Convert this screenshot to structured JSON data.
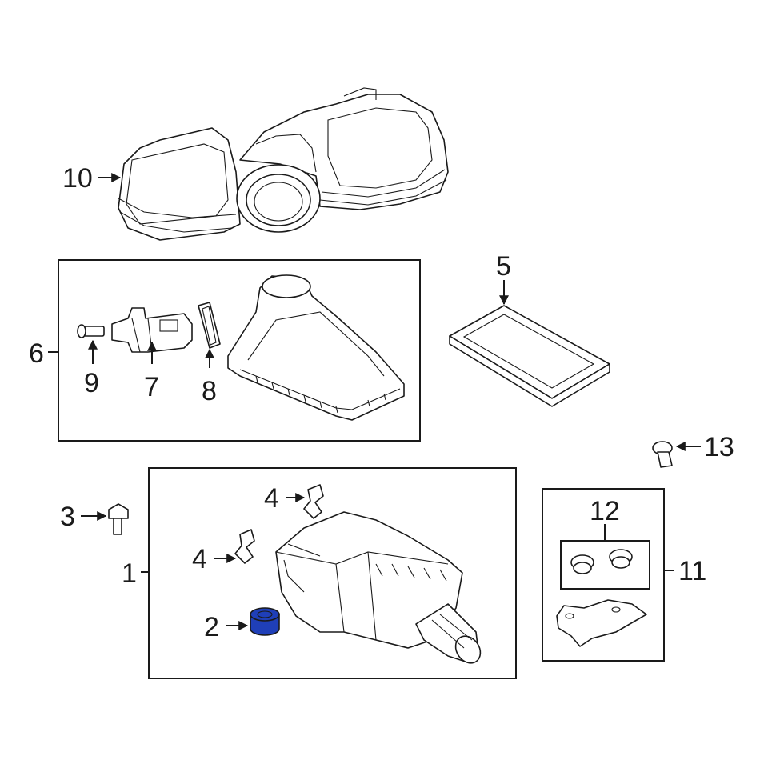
{
  "callouts": {
    "c1": "1",
    "c2": "2",
    "c3": "3",
    "c4a": "4",
    "c4b": "4",
    "c5": "5",
    "c6": "6",
    "c7": "7",
    "c8": "8",
    "c9": "9",
    "c10": "10",
    "c11": "11",
    "c12": "12",
    "c13": "13"
  },
  "colors": {
    "highlight_part": "#1f3fb8",
    "line": "#1a1a1a"
  }
}
